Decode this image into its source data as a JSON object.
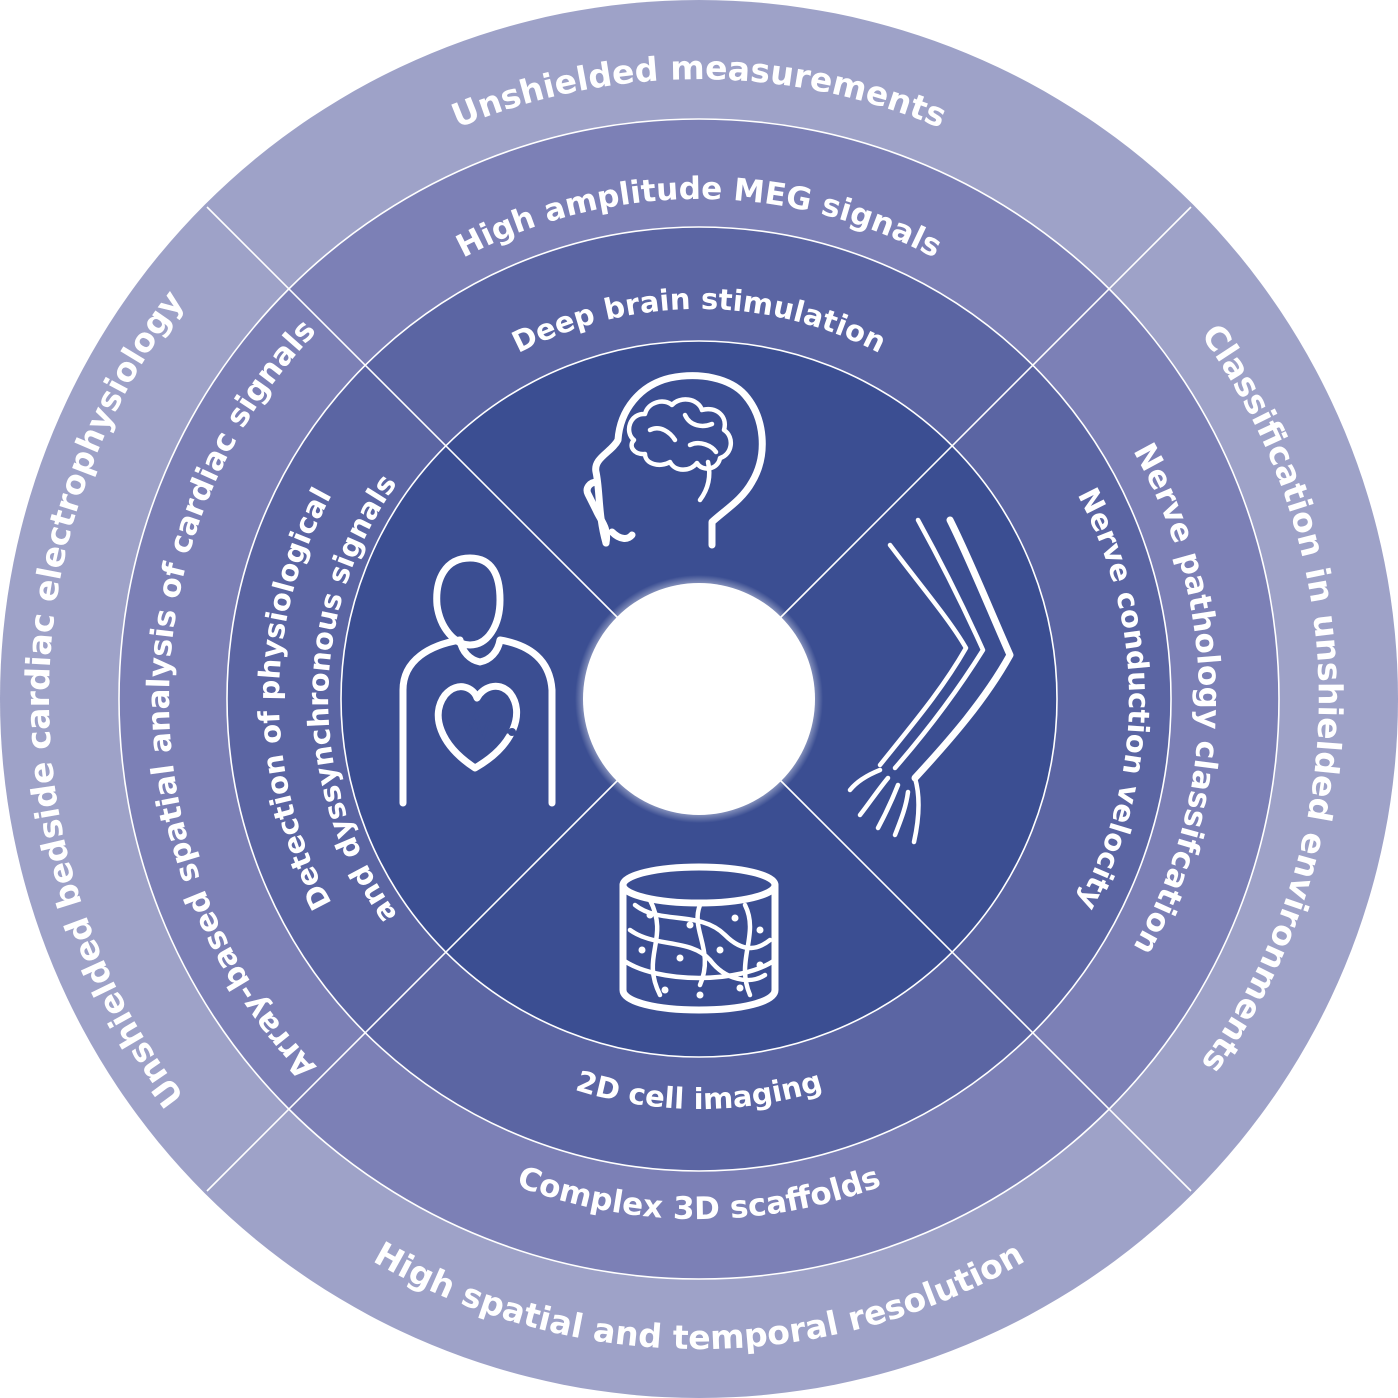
{
  "colors": {
    "outer_ring": "#9ea2c8",
    "middle_ring": "#7c80b6",
    "inner_ring": "#5b65a3",
    "core": "#3b4e92",
    "center": "#ffffff",
    "ekg_line": "#3b4e92"
  },
  "rings": {
    "outer": {
      "top": "Unshielded measurements",
      "right": "Classification in unshielded environments",
      "bottom": "High spatial and temporal resolution",
      "left": "Unshielded bedside cardiac electrophysiology"
    },
    "middle": {
      "top": "High amplitude MEG signals",
      "right": "Nerve pathology classifcation",
      "bottom": "Complex 3D scaffolds",
      "left": "Array-based spatial analysis of cardiac signals"
    },
    "inner": {
      "top": "Deep brain stimulation",
      "right": "Nerve conduction velocity",
      "bottom": "2D cell imaging",
      "left_line1": "Detection of  physiological",
      "left_line2": "and dyssynchronous signals"
    }
  },
  "icons": {
    "top": "human-head-brain-icon",
    "right": "arm-nerve-icon",
    "bottom": "3d-scaffold-cylinder-icon",
    "left": "person-heart-ekg-icon"
  }
}
